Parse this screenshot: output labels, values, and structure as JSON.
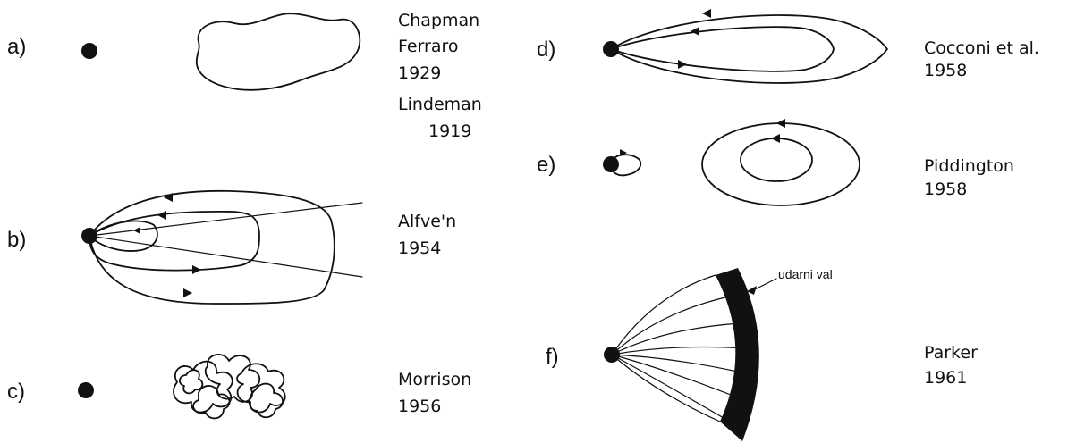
{
  "panels": [
    {
      "id": "a",
      "label": "a)",
      "refs": [
        "Chapman",
        "Ferraro",
        "1929",
        "Lindeman",
        "1919"
      ]
    },
    {
      "id": "b",
      "label": "b)",
      "refs": [
        "Alfve'n",
        "1954"
      ]
    },
    {
      "id": "c",
      "label": "c)",
      "refs": [
        "Morrison",
        "1956"
      ]
    },
    {
      "id": "d",
      "label": "d)",
      "refs": [
        "Cocconi et al.",
        "1958"
      ]
    },
    {
      "id": "e",
      "label": "e)",
      "refs": [
        "Piddington",
        "1958"
      ]
    },
    {
      "id": "f",
      "label": "f)",
      "refs": [
        "Parker",
        "1961"
      ],
      "annotation": "udarni val"
    }
  ],
  "colors": {
    "ink": "#111111",
    "background": "#ffffff"
  }
}
